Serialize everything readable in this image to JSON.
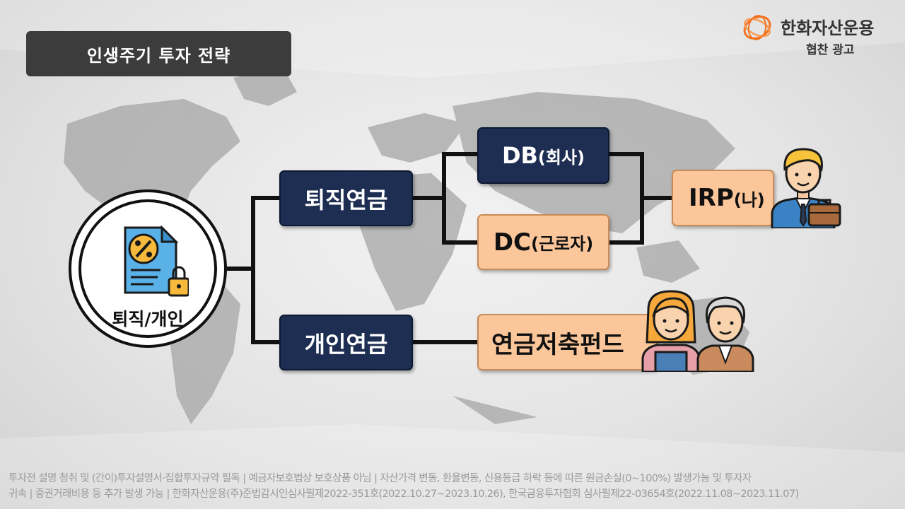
{
  "header": {
    "title": "인생주기 투자 전략"
  },
  "brand": {
    "name": "한화자산운용",
    "sub": "협찬 광고",
    "logo_color": "#f37321"
  },
  "diagram": {
    "root_label": "퇴직/개인",
    "retirement": "퇴직연금",
    "personal": "개인연금",
    "db_main": "DB",
    "db_paren": "(회사)",
    "dc_main": "DC",
    "dc_paren": "(근로자)",
    "irp_main": "IRP",
    "irp_paren": "(나)",
    "fund": "연금저축펀드"
  },
  "colors": {
    "navy": "#1d2e52",
    "peach": "#fbc699",
    "title_bg": "#3c3c3c"
  },
  "footer": {
    "line1": "투자전 설명 청취 및 (간이)투자설명서·집합투자규약 필독 | 예금자보호법상 보호상품 아님 | 자산가격 변동, 환율변동, 신용등급 하락 등에 따른 원금손실(0~100%) 발생가능 및 투자자",
    "line2": "귀속 | 증권거래비용 등 추가 발생 가능 | 한화자산운용(주)준법감시인심사필제2022-351호(2022.10.27~2023.10.26), 한국금융투자협회 심사필제22-03654호(2022.11.08~2023.11.07)"
  }
}
